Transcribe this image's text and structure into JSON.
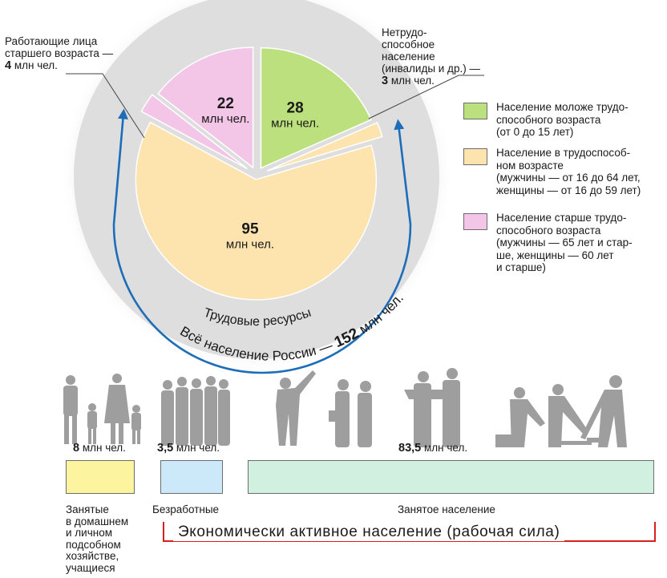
{
  "chart_data": [
    {
      "type": "pie",
      "labels": [
        "Население моложе трудоспособного возраста",
        "Нетрудоспособное население (инвалиды и др.)",
        "Население в трудоспособном возрасте",
        "Работающие лица старшего возраста",
        "Население старше трудоспособного возраста"
      ],
      "values": [
        28,
        3,
        95,
        4,
        22
      ],
      "colors": [
        "#bde07e",
        "#fde3ae",
        "#fde3ae",
        "#f3c5e7",
        "#f3c5e7"
      ],
      "slice_labels": [
        {
          "value": "28",
          "unit": "млн чел."
        },
        {
          "value": "95",
          "unit": "млн чел."
        },
        {
          "value": "22",
          "unit": "млн чел."
        }
      ],
      "outer_annotations": {
        "left": {
          "text": "Работающие лица\nстаршего возраста —",
          "value": "4",
          "unit": " млн чел."
        },
        "right": {
          "text": "Нетрудо-\nспособное\nнаселение\n(инвалиды и др.) —",
          "value": "3",
          "unit": " млн чел."
        }
      },
      "arc_labels": {
        "inner": "Трудовые ресурсы",
        "outer_prefix": "Всё население России —",
        "outer_value": "152",
        "outer_unit": "млн чел."
      },
      "total": 152,
      "legend": [
        {
          "text": "Население моложе трудо-\nспособного возраста\n(от 0 до 15 лет)",
          "color": "#bde07e"
        },
        {
          "text": "Население в трудоспособ-\nном возрасте\n(мужчины — от 16 до 64 лет,\nженщины — от 16 до 59 лет)",
          "color": "#fde3ae"
        },
        {
          "text": "Население старше трудо-\nспособного возраста\n(мужчины — 65 лет и стар-\nше, женщины — 60 лет\nи старше)",
          "color": "#f3c5e7"
        }
      ],
      "legend_position": "right"
    },
    {
      "type": "bar",
      "orientation": "horizontal",
      "categories": [
        "Занятые\nв домашнем\nи личном\nподсобном\nхозяйстве,\nучащиеся",
        "Безработные",
        "Занятое население"
      ],
      "values": [
        8,
        3.5,
        83.5
      ],
      "value_labels": [
        {
          "value": "8",
          "unit": " млн чел."
        },
        {
          "value": "3,5",
          "unit": " млн чел."
        },
        {
          "value": "83,5",
          "unit": " млн чел."
        }
      ],
      "colors": [
        "#fcf49e",
        "#cbe9f8",
        "#d2f0df"
      ],
      "bracket_label": "Экономически активное население (рабочая сила)"
    }
  ]
}
